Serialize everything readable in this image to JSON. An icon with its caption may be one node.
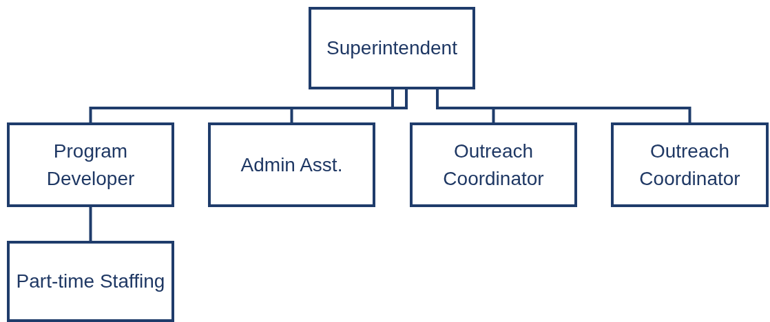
{
  "diagram": {
    "nodes": [
      {
        "text": [
          "Superintendent"
        ]
      },
      {
        "text": [
          "Program Developer"
        ]
      },
      {
        "text": [
          "Admin Asst."
        ]
      },
      {
        "text": [
          "Outreach Coordinator"
        ]
      },
      {
        "text": [
          "Outreach Coordinator"
        ]
      },
      {
        "text": [
          "Part-time Staffing"
        ]
      }
    ],
    "edges": [
      {
        "from": 0,
        "to": 1,
        "arrow": "none"
      },
      {
        "from": 0,
        "to": 2,
        "arrow": "none"
      },
      {
        "from": 0,
        "to": 3,
        "arrow": "none"
      },
      {
        "from": 0,
        "to": 4,
        "arrow": "none"
      },
      {
        "from": 1,
        "to": 5,
        "arrow": "none"
      }
    ]
  }
}
